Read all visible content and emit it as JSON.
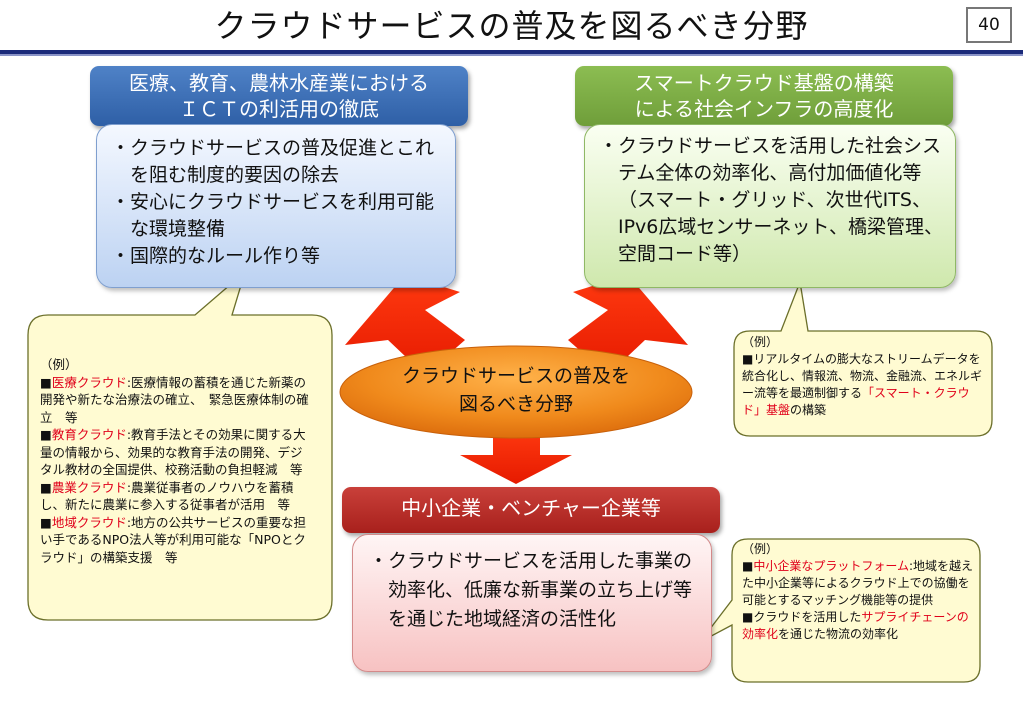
{
  "title": "クラウドサービスの普及を図るべき分野",
  "page_number": "40",
  "left": {
    "header_line1": "医療、教育、農林水産業における",
    "header_line2": "ＩＣＴの利活用の徹底",
    "items": [
      "・クラウドサービスの普及促進とこれを阻む制度的要因の除去",
      "・安心にクラウドサービスを利用可能な環境整備",
      "・国際的なルール作り等"
    ]
  },
  "right": {
    "header_line1": "スマートクラウド基盤の構築",
    "header_line2": "による社会インフラの高度化",
    "items": [
      "・クラウドサービスを活用した社会システム全体の効率化、高付加価値化等（スマート・グリッド、次世代ITS、IPv6広域センサーネット、橋梁管理、空間コード等）"
    ]
  },
  "center": {
    "line1": "クラウドサービスの普及を",
    "line2": "図るべき分野"
  },
  "bottom": {
    "header": "中小企業・ベンチャー企業等",
    "items": [
      "・クラウドサービスを活用した事業の効率化、低廉な新事業の立ち上げ等を通じた地域経済の活性化"
    ]
  },
  "callout_left": {
    "heading": "（例）",
    "entries": [
      {
        "bullet": "■",
        "term": "医療クラウド",
        "text": ":医療情報の蓄積を通じた新薬の開発や新たな治療法の確立、　緊急医療体制の確立　等"
      },
      {
        "bullet": "■",
        "term": "教育クラウド",
        "text": ":教育手法とその効果に関する大量の情報から、効果的な教育手法の開発、デジタル教材の全国提供、校務活動の負担軽減　等"
      },
      {
        "bullet": "■",
        "term": "農業クラウド",
        "text": ":農業従事者のノウハウを蓄積し、新たに農業に参入する従事者が活用　等"
      },
      {
        "bullet": "■",
        "term": "地域クラウド",
        "text": ":地方の公共サービスの重要な担い手であるNPO法人等が利用可能な「NPOとクラウド」の構築支援　等"
      }
    ]
  },
  "callout_right": {
    "heading": "（例）",
    "bullet": "■",
    "text_before": "リアルタイムの膨大なストリームデータを統合化し、情報流、物流、金融流、エネルギー流等を最適制御する",
    "highlight": "「スマート・クラウド」基盤",
    "text_after": "の構築"
  },
  "callout_bottom": {
    "heading": "（例）",
    "entry1_bullet": "■",
    "entry1_term": "中小企業なプラットフォーム",
    "entry1_text": ":地域を越えた中小企業等によるクラウド上での協働を可能とするマッチング機能等の提供",
    "entry2_bullet": "■",
    "entry2_before": "クラウドを活用した",
    "entry2_highlight": "サプライチェーンの効率化",
    "entry2_after": "を通じた物流の効率化"
  },
  "colors": {
    "left_header": "#2e5fa6",
    "right_header": "#6f9e3a",
    "bottom_header": "#a8201c",
    "arrow": "#ff2a00",
    "center_ellipse": "#e8780e"
  }
}
